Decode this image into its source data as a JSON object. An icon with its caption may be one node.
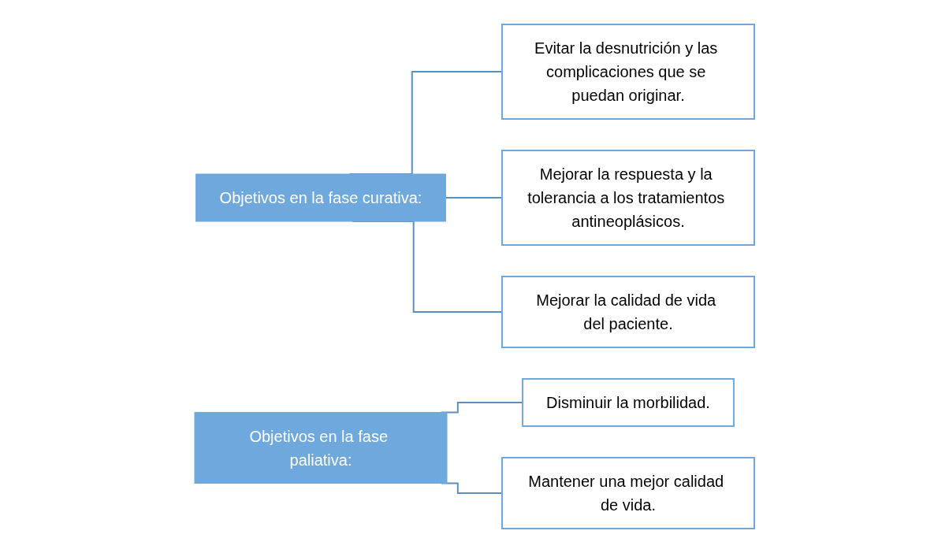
{
  "diagram": {
    "nodes": [
      {
        "text": [
          "Objetivos en la fase curativa:"
        ]
      },
      {
        "text": [
          "Evitar la desnutrición y las complicaciones que se puedan originar."
        ]
      },
      {
        "text": [
          "Mejorar la respuesta y la tolerancia a los tratamientos antineoplásicos."
        ]
      },
      {
        "text": [
          "Mejorar la calidad de vida del paciente."
        ]
      },
      {
        "text": [
          "Objetivos en la fase paliativa:"
        ]
      },
      {
        "text": [
          "Disminuir la morbilidad."
        ]
      },
      {
        "text": [
          "Mantener una mejor calidad de vida."
        ]
      }
    ],
    "edges": [
      {
        "from": 0,
        "to": 1,
        "arrow": "none"
      },
      {
        "from": 0,
        "to": 2,
        "arrow": "none"
      },
      {
        "from": 0,
        "to": 3,
        "arrow": "none"
      },
      {
        "from": 4,
        "to": 5,
        "arrow": "none"
      },
      {
        "from": 4,
        "to": 6,
        "arrow": "none"
      }
    ]
  }
}
